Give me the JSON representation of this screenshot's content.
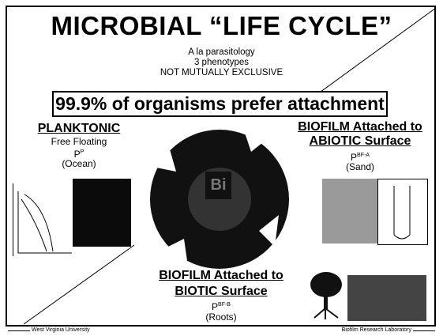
{
  "title": "MICROBIAL “LIFE CYCLE”",
  "subtitle_lines": [
    "A la parasitology",
    "3 phenotypes",
    "NOT MUTUALLY EXCLUSIVE"
  ],
  "banner": "99.9% of organisms prefer attachment",
  "planktonic": {
    "heading": "PLANKTONIC",
    "line1": "Free Floating",
    "symbol": "P",
    "symbol_sup": "P",
    "location": "(Ocean)"
  },
  "abiotic": {
    "heading_line1": "BIOFILM Attached to",
    "heading_line2": "ABIOTIC Surface",
    "symbol": "P",
    "symbol_sup": "BF-A",
    "location": "(Sand)"
  },
  "biotic": {
    "heading_line1": "BIOFILM Attached to",
    "heading_line2": "BIOTIC Surface",
    "symbol": "P",
    "symbol_sup": "BF-B",
    "location": "(Roots)"
  },
  "cycle_center_text": "Bi",
  "footer": {
    "left": "West Virginia University",
    "right": "Biofilm Research Laboratory"
  },
  "colors": {
    "ink": "#000000",
    "background": "#ffffff",
    "dark_fill": "#111111"
  }
}
